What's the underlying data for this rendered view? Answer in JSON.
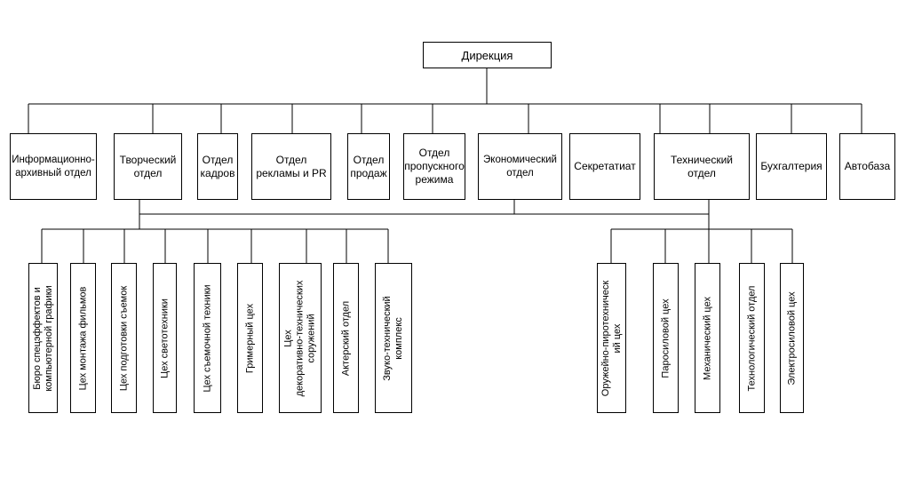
{
  "root": "Дирекция",
  "departments": [
    "Информационно-\nархивный отдел",
    "Творческий\nотдел",
    "Отдел\nкадров",
    "Отдел\nрекламы и PR",
    "Отдел\nпродаж",
    "Отдел\nпропускного\nрежима",
    "Экономический\nотдел",
    "Секретатиат",
    "Технический\nотдел",
    "Бухгалтерия",
    "Автобаза"
  ],
  "creative_units": [
    "Бюро спецэффектов и\nкомпьютерной графики",
    "Цех монтажа фильмов",
    "Цех подготовки съемок",
    "Цех светотехники",
    "Цех съемочной техники",
    "Гримерный цех",
    "Цех\nдекоративно-технических\nсоружений",
    "Актерский отдел",
    "Звуко-технический\nкомплекс"
  ],
  "technical_units": [
    "Оружейно-пиротехническ\nий цех",
    "Паросиловой цех",
    "Механический цех",
    "Технологический отдел",
    "Электросиловой цех"
  ]
}
